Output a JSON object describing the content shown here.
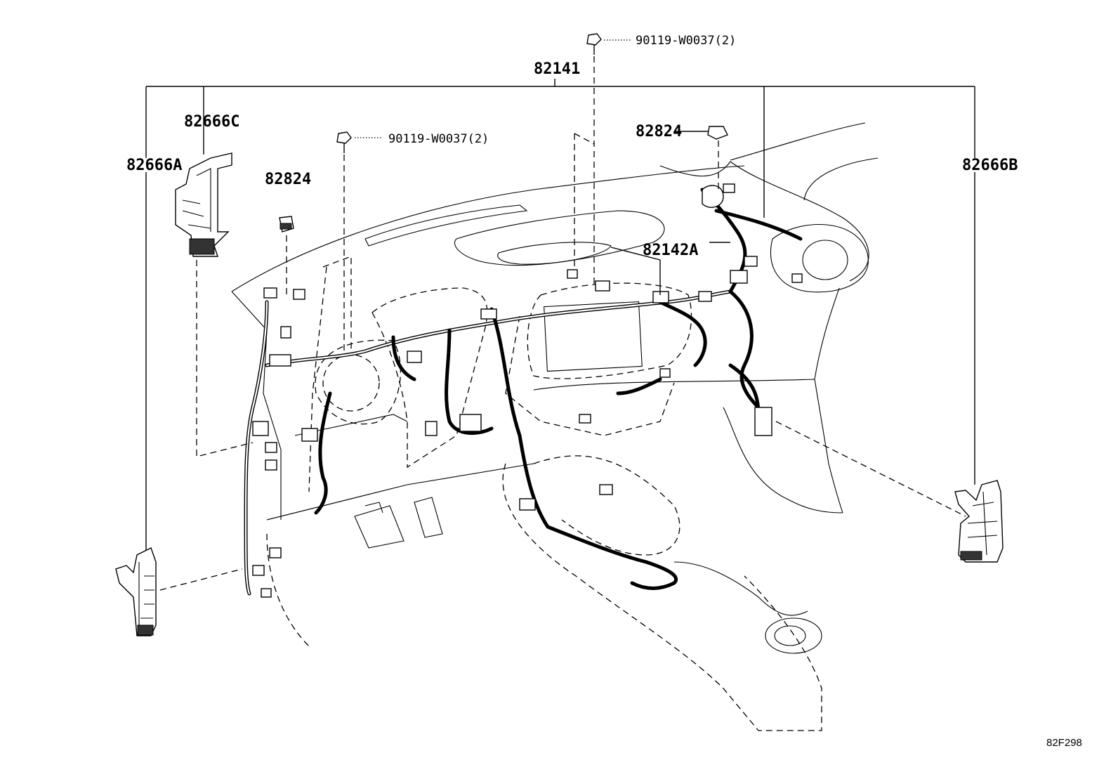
{
  "diagram": {
    "labels": {
      "main_harness": "82141",
      "bolt_top": "90119-W0037(2)",
      "bolt_left": "90119-W0037(2)",
      "clip_right": "82824",
      "clip_left": "82824",
      "bracket_c": "82666C",
      "bracket_a": "82666A",
      "bracket_b": "82666B",
      "sub_harness": "82142A"
    },
    "figure_code": "82F298"
  }
}
